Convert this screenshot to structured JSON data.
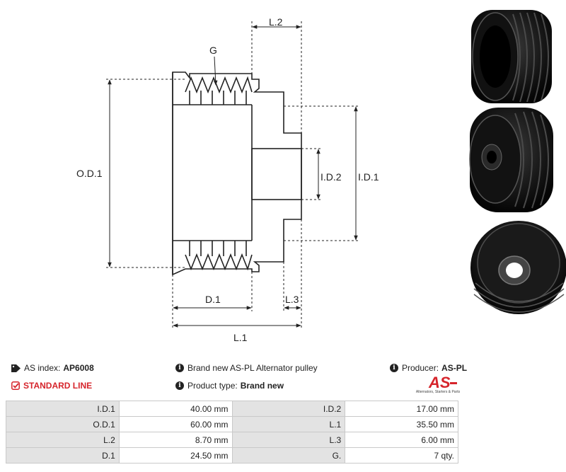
{
  "diagram": {
    "labels": {
      "g": "G",
      "l2": "L.2",
      "od1": "O.D.1",
      "id1": "I.D.1",
      "id2": "I.D.2",
      "d1": "D.1",
      "l3": "L.3",
      "l1": "L.1"
    }
  },
  "info": {
    "as_index_label": "AS index:",
    "as_index_value": "AP6008",
    "standard_line": "STANDARD LINE",
    "description": "Brand new AS-PL Alternator pulley",
    "product_type_label": "Product type:",
    "product_type_value": "Brand new",
    "producer_label": "Producer:",
    "producer_value": "AS-PL"
  },
  "logo": {
    "text": "AS",
    "tagline": "Alternators, Starters & Parts",
    "color": "#d6242b"
  },
  "specs": [
    [
      "I.D.1",
      "40.00 mm",
      "I.D.2",
      "17.00 mm"
    ],
    [
      "O.D.1",
      "60.00 mm",
      "L.1",
      "35.50 mm"
    ],
    [
      "L.2",
      "8.70 mm",
      "L.3",
      "6.00 mm"
    ],
    [
      "D.1",
      "24.50 mm",
      "G.",
      "7 qty."
    ]
  ]
}
